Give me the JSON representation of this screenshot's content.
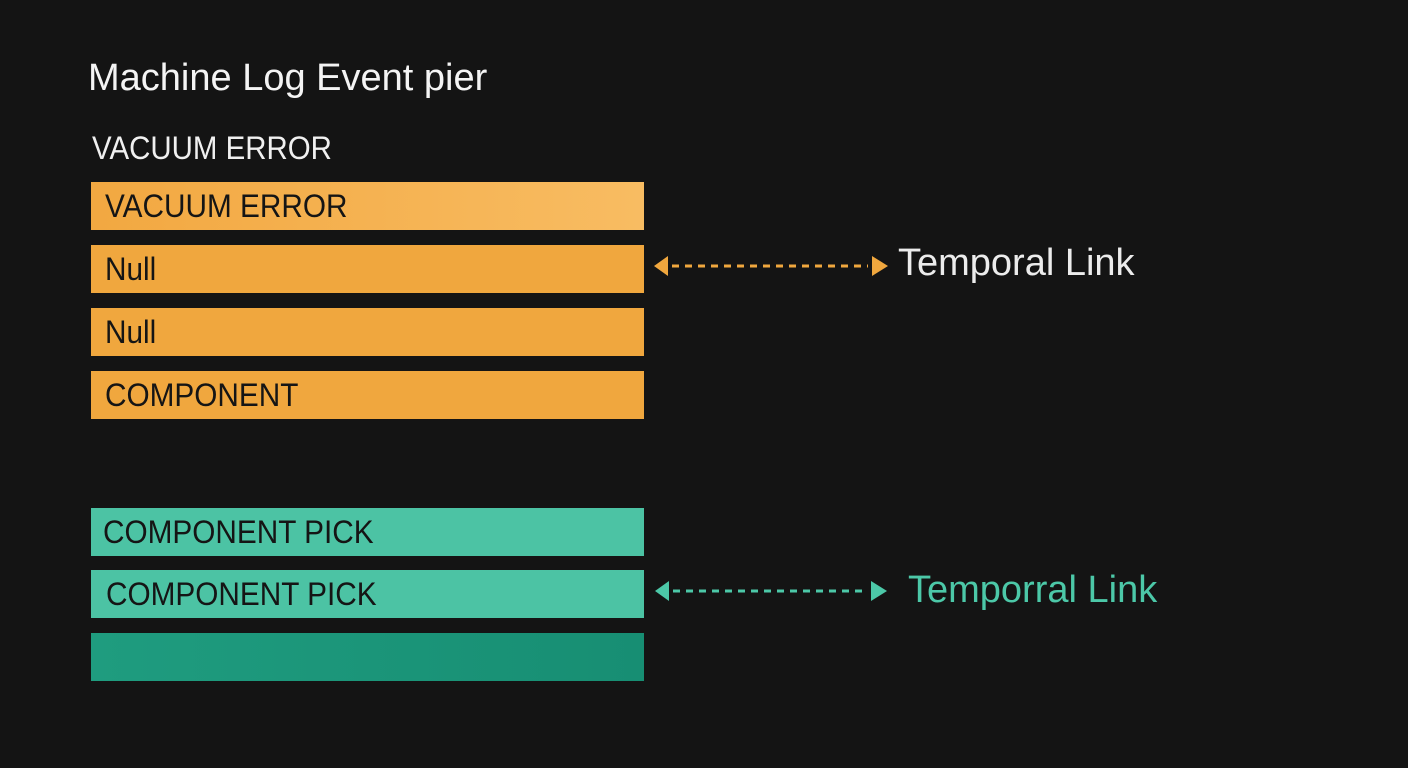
{
  "title": "Machine Log Event pier",
  "group_label": "VACUUM ERROR",
  "orange_bars": [
    {
      "label": "VACUUM ERROR"
    },
    {
      "label": "Null"
    },
    {
      "label": "Null"
    },
    {
      "label": "COMPONENT"
    }
  ],
  "teal_bars": [
    {
      "label": "COMPONENT PICK"
    },
    {
      "label": "COMPONENT PICK"
    },
    {
      "label": ""
    }
  ],
  "links": [
    {
      "label": "Temporal Link",
      "color": "#f0a73e"
    },
    {
      "label": "Temporral Link",
      "color": "#4cc8a8"
    }
  ],
  "colors": {
    "background": "#141414",
    "orange": "#f0a73e",
    "teal": "#4cc3a4",
    "teal_dark": "#1a967a"
  }
}
